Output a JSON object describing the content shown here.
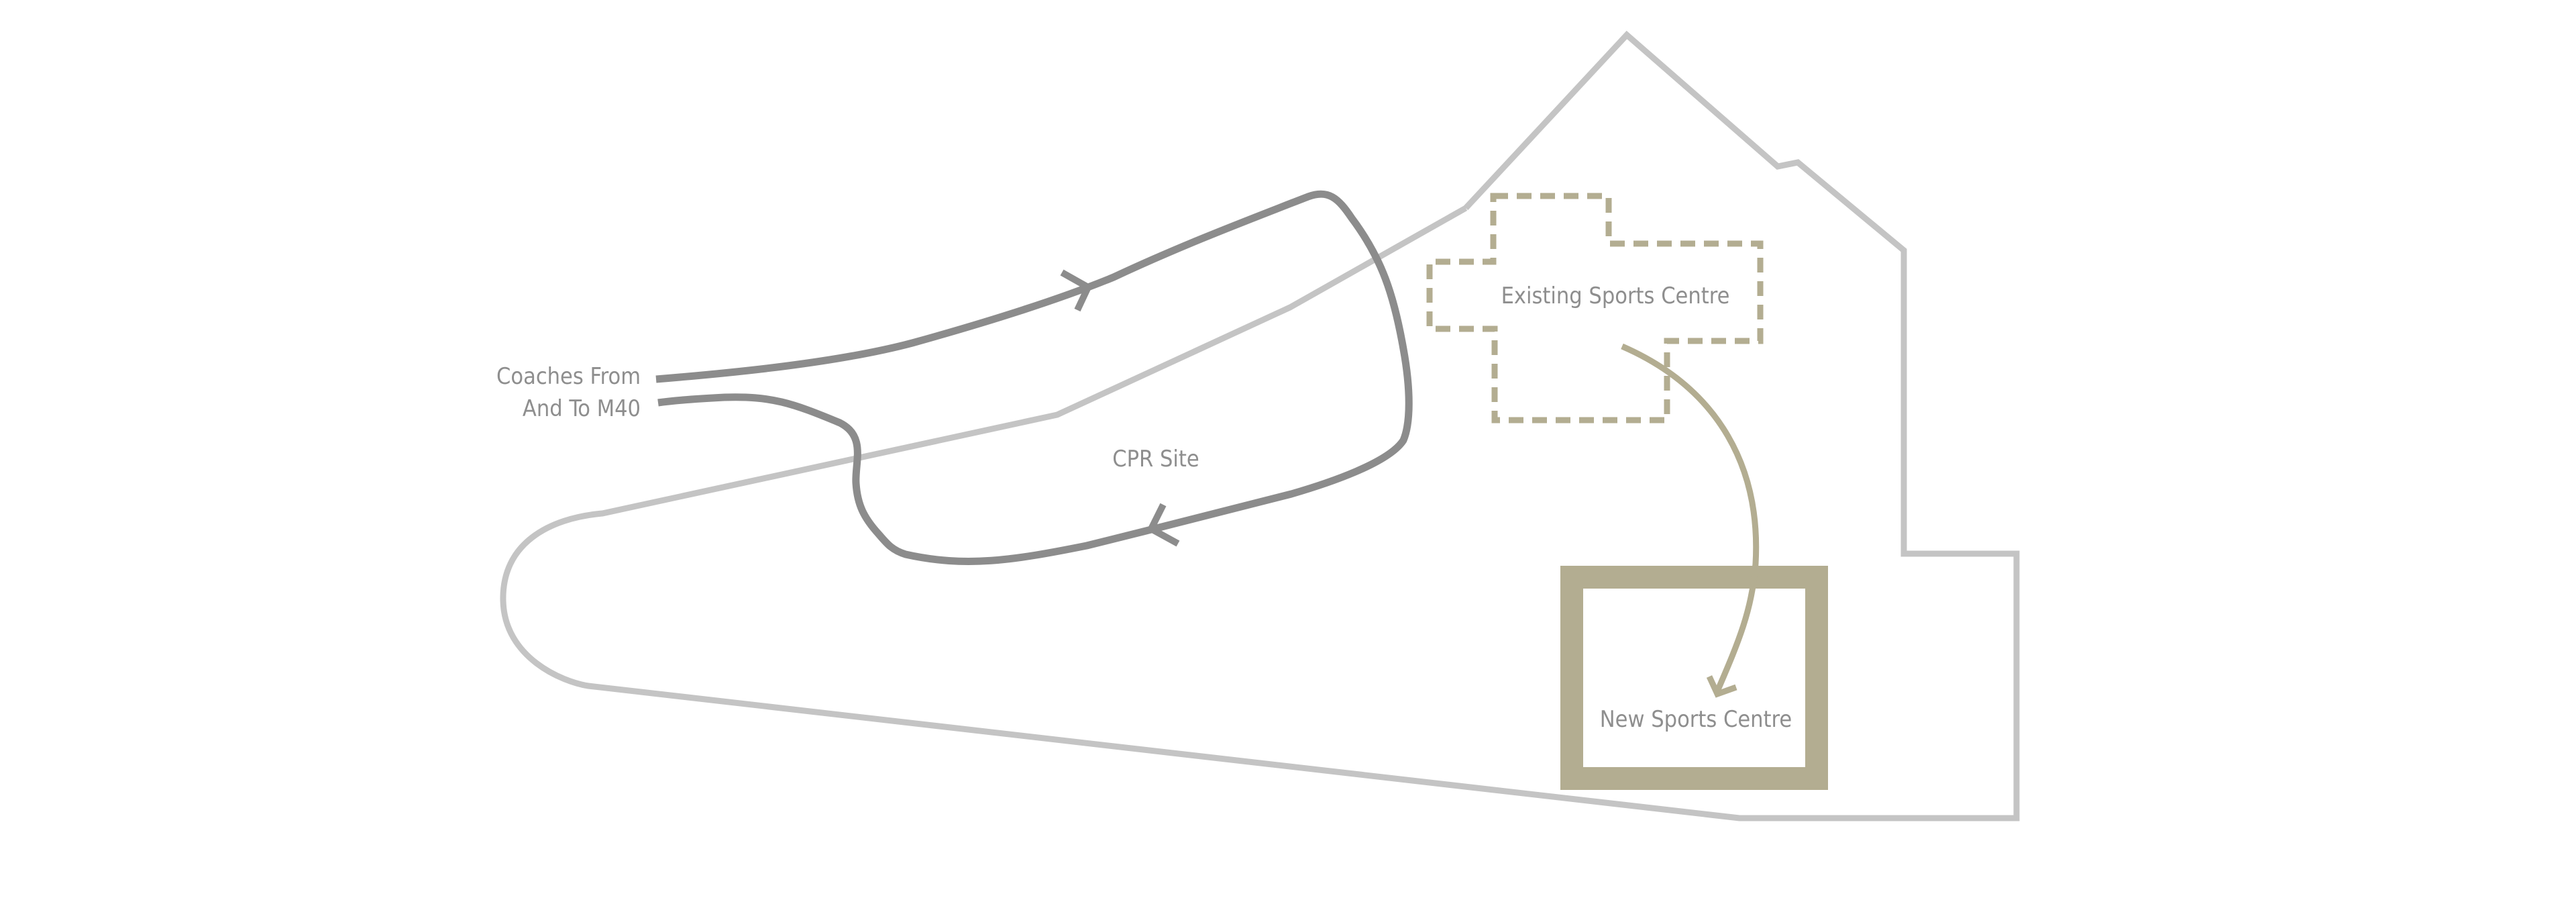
{
  "labels": {
    "coaches_line1": "Coaches From",
    "coaches_line2": "And To M40",
    "cpr_site": "CPR Site",
    "existing_centre": "Existing Sports Centre",
    "new_centre": "New Sports Centre"
  },
  "colors": {
    "site_boundary": "#c4c4c4",
    "coach_route": "#8c8c8c",
    "sports_centre": "#b3ad91",
    "label_text": "#8e8e8e"
  },
  "icons": {
    "route_arrow": "arrowhead-icon",
    "relocation_arrow": "arrowhead-icon"
  }
}
